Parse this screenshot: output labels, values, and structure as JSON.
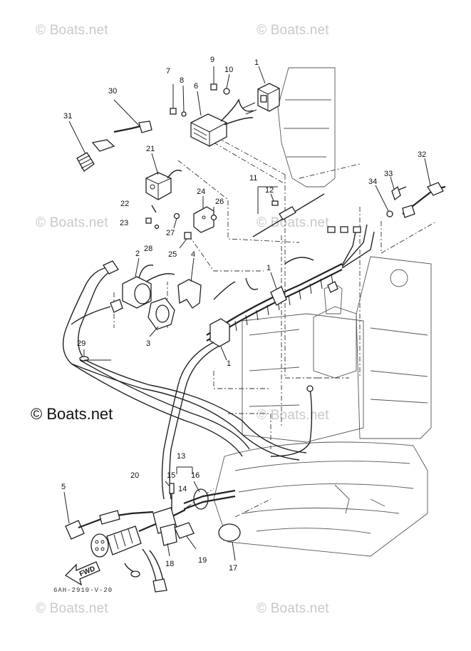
{
  "watermark": {
    "symbol": "©",
    "text": "Boats.net",
    "center_text": "© Boats.net"
  },
  "diagram_code": "6AH-2910-V-20",
  "fwd_label": "FWD",
  "callouts": [
    "1",
    "1",
    "1",
    "2",
    "3",
    "4",
    "5",
    "6",
    "7",
    "8",
    "9",
    "10",
    "11",
    "12",
    "13",
    "14",
    "15",
    "16",
    "17",
    "18",
    "19",
    "20",
    "21",
    "22",
    "23",
    "24",
    "25",
    "26",
    "27",
    "28",
    "29",
    "30",
    "31",
    "32",
    "33",
    "34"
  ]
}
